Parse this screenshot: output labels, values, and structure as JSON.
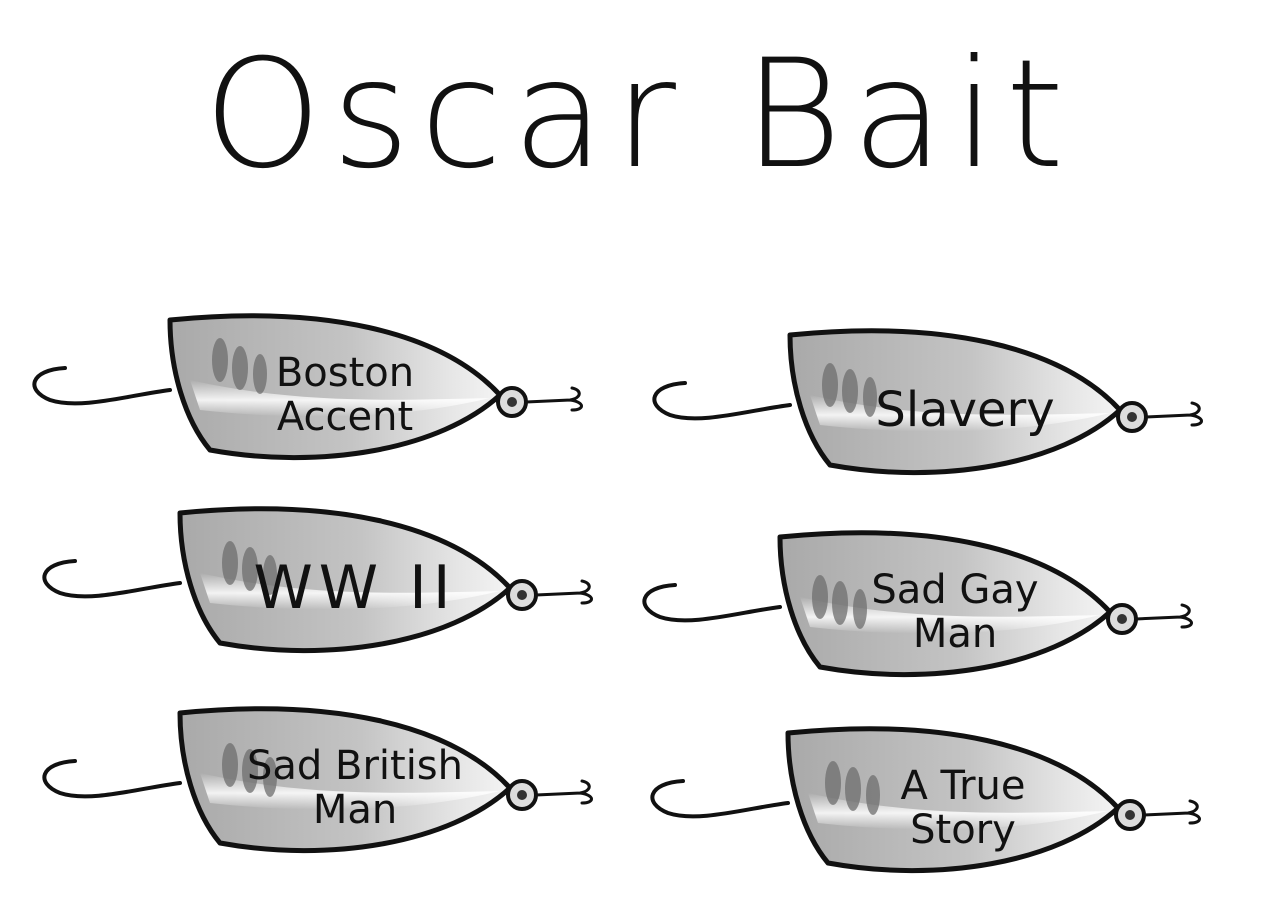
{
  "title": "Oscar Bait",
  "lures": [
    {
      "label": "Boston\nAccent",
      "size": "small"
    },
    {
      "label": "Slavery",
      "size": "mid"
    },
    {
      "label": "WW II",
      "size": "big"
    },
    {
      "label": "Sad Gay\nMan",
      "size": "small"
    },
    {
      "label": "Sad British\nMan",
      "size": "small"
    },
    {
      "label": "A True\nStory",
      "size": "small"
    }
  ]
}
